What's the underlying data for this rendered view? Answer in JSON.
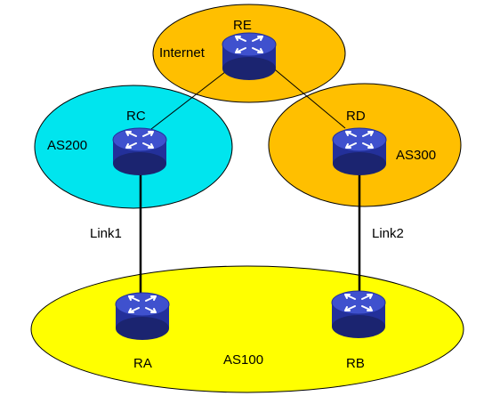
{
  "regions": {
    "internet": {
      "label": "Internet",
      "fill": "#FFBF00"
    },
    "as200": {
      "label": "AS200",
      "fill": "#00E5EE"
    },
    "as300": {
      "label": "AS300",
      "fill": "#FFBF00"
    },
    "as100": {
      "label": "AS100",
      "fill": "#FFFF00"
    }
  },
  "routers": {
    "re": {
      "label": "RE",
      "icon": "router-icon"
    },
    "rc": {
      "label": "RC",
      "icon": "router-icon"
    },
    "rd": {
      "label": "RD",
      "icon": "router-icon"
    },
    "ra": {
      "label": "RA",
      "icon": "router-icon"
    },
    "rb": {
      "label": "RB",
      "icon": "router-icon"
    }
  },
  "links": {
    "link1": {
      "label": "Link1"
    },
    "link2": {
      "label": "Link2"
    }
  },
  "colors": {
    "router_body": "#2F3FB6",
    "router_top": "#4A5CD6",
    "router_dark": "#1B2470",
    "arrow": "#FFFFFF"
  }
}
